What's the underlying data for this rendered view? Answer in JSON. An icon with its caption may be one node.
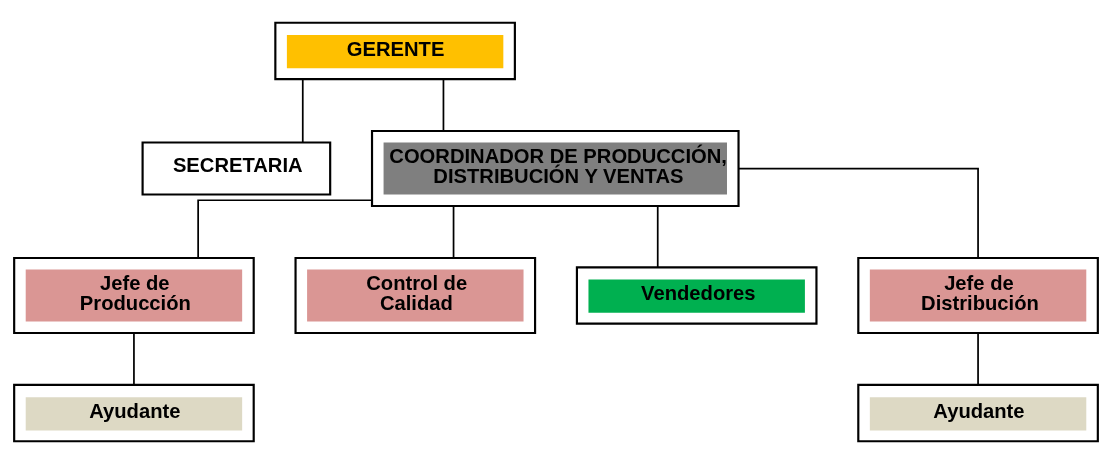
{
  "diagram": {
    "nodes": [
      {
        "text": [
          "GERENTE"
        ]
      },
      {
        "text": [
          "SECRETARIA"
        ]
      },
      {
        "text": [
          "COORDINADOR DE PRODUCCIÓN, DISTRIBUCIÓN Y VENTAS"
        ]
      },
      {
        "text": [
          "Jefe de Producción"
        ]
      },
      {
        "text": [
          "Control de Calidad"
        ]
      },
      {
        "text": [
          "Vendedores"
        ]
      },
      {
        "text": [
          "Jefe de Distribución"
        ]
      },
      {
        "text": [
          "Ayudante"
        ]
      },
      {
        "text": [
          "Ayudante"
        ]
      }
    ],
    "edges": [
      {
        "from": 0,
        "to": 1,
        "arrow": "none"
      },
      {
        "from": 0,
        "to": 2,
        "arrow": "none"
      },
      {
        "from": 2,
        "to": 3,
        "arrow": "none"
      },
      {
        "from": 2,
        "to": 4,
        "arrow": "none"
      },
      {
        "from": 2,
        "to": 5,
        "arrow": "none"
      },
      {
        "from": 2,
        "to": 6,
        "arrow": "none"
      },
      {
        "from": 3,
        "to": 7,
        "arrow": "none"
      },
      {
        "from": 6,
        "to": 8,
        "arrow": "none"
      }
    ]
  }
}
